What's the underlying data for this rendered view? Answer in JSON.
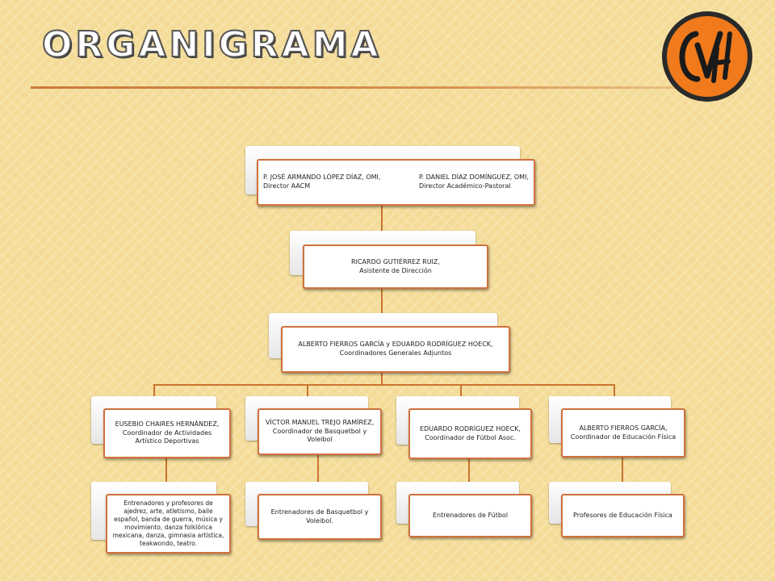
{
  "title": "ORGANIGRAMA",
  "logo_text": "CVH",
  "colors": {
    "accent": "#d0713c",
    "connector": "#c8742f",
    "background": "#f4dc98"
  },
  "nodes": {
    "directors": {
      "left_name": "P. JOSÉ ARMANDO LÓPEZ DÍAZ, OMI,",
      "left_role": "Director AACM",
      "right_name": "P. DANIEL DÍAZ DOMÍNGUEZ, OMI,",
      "right_role": "Director Académico-Pastoral"
    },
    "assistant": {
      "name": "RICARDO GUTIÉRREZ RUIZ,",
      "role": "Asistente de Dirección"
    },
    "coordinators": {
      "name": "ALBERTO FIERROS GARCÍA y EDUARDO RODRÍGUEZ HOECK,",
      "role": "Coordinadores Generales Adjuntos"
    },
    "branch1": {
      "name": "EUSEBIO CHAIRES HERNÁNDEZ,",
      "role": "Coordinador de Actividades Artístico Deportivas"
    },
    "branch2": {
      "name": "VÍCTOR MANUEL TREJO RAMÍREZ,",
      "role": "Coordinador de Basquetbol y Voleibol"
    },
    "branch3": {
      "name": "EDUARDO RODRÍGUEZ HOECK,",
      "role": "Coordinador de Fútbol Asoc."
    },
    "branch4": {
      "name": "ALBERTO FIERROS GARCÍA,",
      "role": "Coordinador de Educación Física"
    },
    "leaf1": "Entrenadores y profesores de ajedrez, arte, atletismo, baile español, banda de guerra, música y movimiento, danza folklórica mexicana, danza, gimnasia artística, teakwondo, teatro.",
    "leaf2": "Entrenadores de Basquetbol y Voleibol.",
    "leaf3": "Entrenadores de Fútbol",
    "leaf4": "Profesores de Educación Física"
  }
}
